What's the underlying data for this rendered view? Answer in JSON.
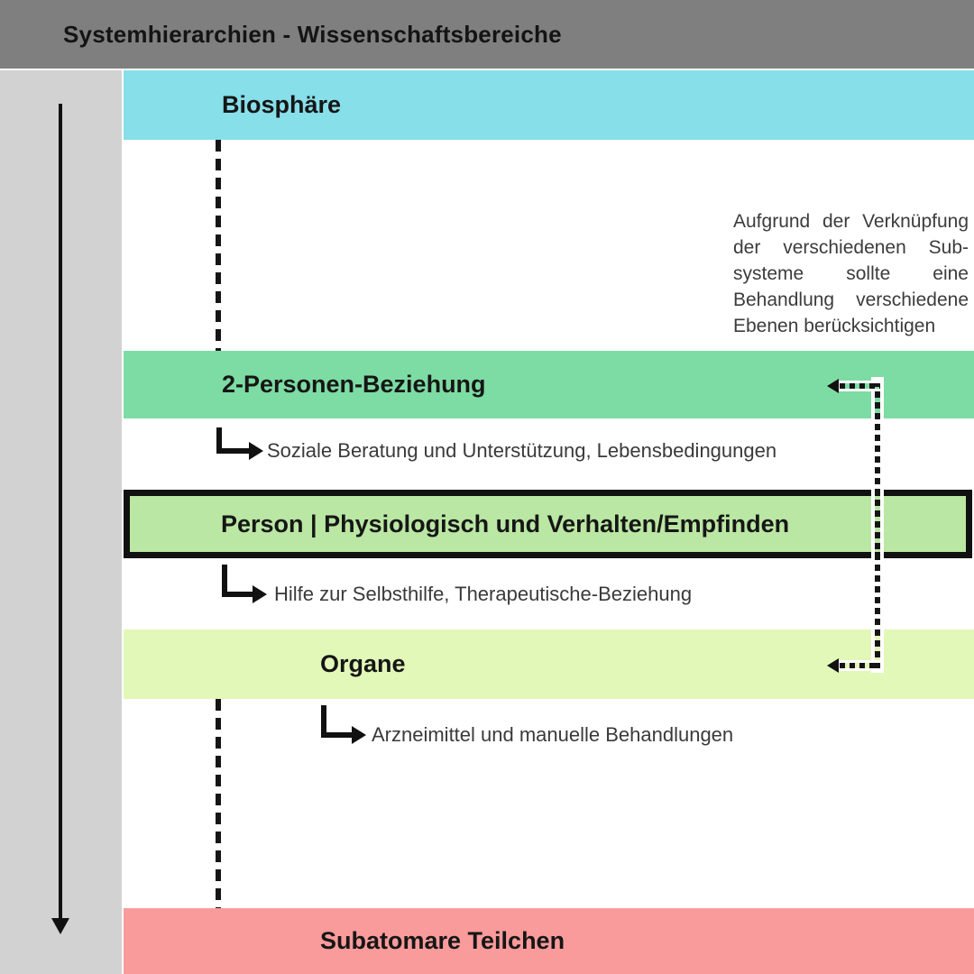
{
  "header": {
    "title": "Systemhierarchien - Wissenschaftsbereiche",
    "bg": "#7F7F7F"
  },
  "sidebar": {
    "bg": "#D2D2D2",
    "direction_arrow": "down-arrow"
  },
  "levels": [
    {
      "id": "biosphaere",
      "label": "Biosphäre",
      "color": "#87DFEA"
    },
    {
      "id": "zwei-personen-beziehung",
      "label": "2-Personen-Beziehung",
      "color": "#7DDCA3"
    },
    {
      "id": "person",
      "label": "Person | Physiologisch und Verhalten/Empfinden",
      "color": "#BAE7A3",
      "border_color": "#111111"
    },
    {
      "id": "organe",
      "label": "Organe",
      "color": "#E2F8B8"
    },
    {
      "id": "subatomare-teilchen",
      "label": "Subatomare Teilchen",
      "color": "#FA9B9B"
    }
  ],
  "annotations": [
    {
      "for_level": "zwei-personen-beziehung",
      "text": "Soziale Beratung und Unterstützung, Lebensbedingungen"
    },
    {
      "for_level": "person",
      "text": "Hilfe zur Selbsthilfe, Therapeutische-Beziehung"
    },
    {
      "for_level": "organe",
      "text": "Arzneimittel und manuelle Behandlungen"
    }
  ],
  "note": {
    "lines": [
      "Aufgrund der Verknüpfung",
      "der verschiedenen Sub-",
      "systeme sollte eine",
      "Behandlung verschiedene",
      "Ebenen berücksichtigen"
    ]
  },
  "connector": {
    "style": "dotted",
    "links": "2-Personen-Beziehung ↔ Organe",
    "arrow_icons": [
      "left-arrow",
      "left-arrow"
    ]
  }
}
